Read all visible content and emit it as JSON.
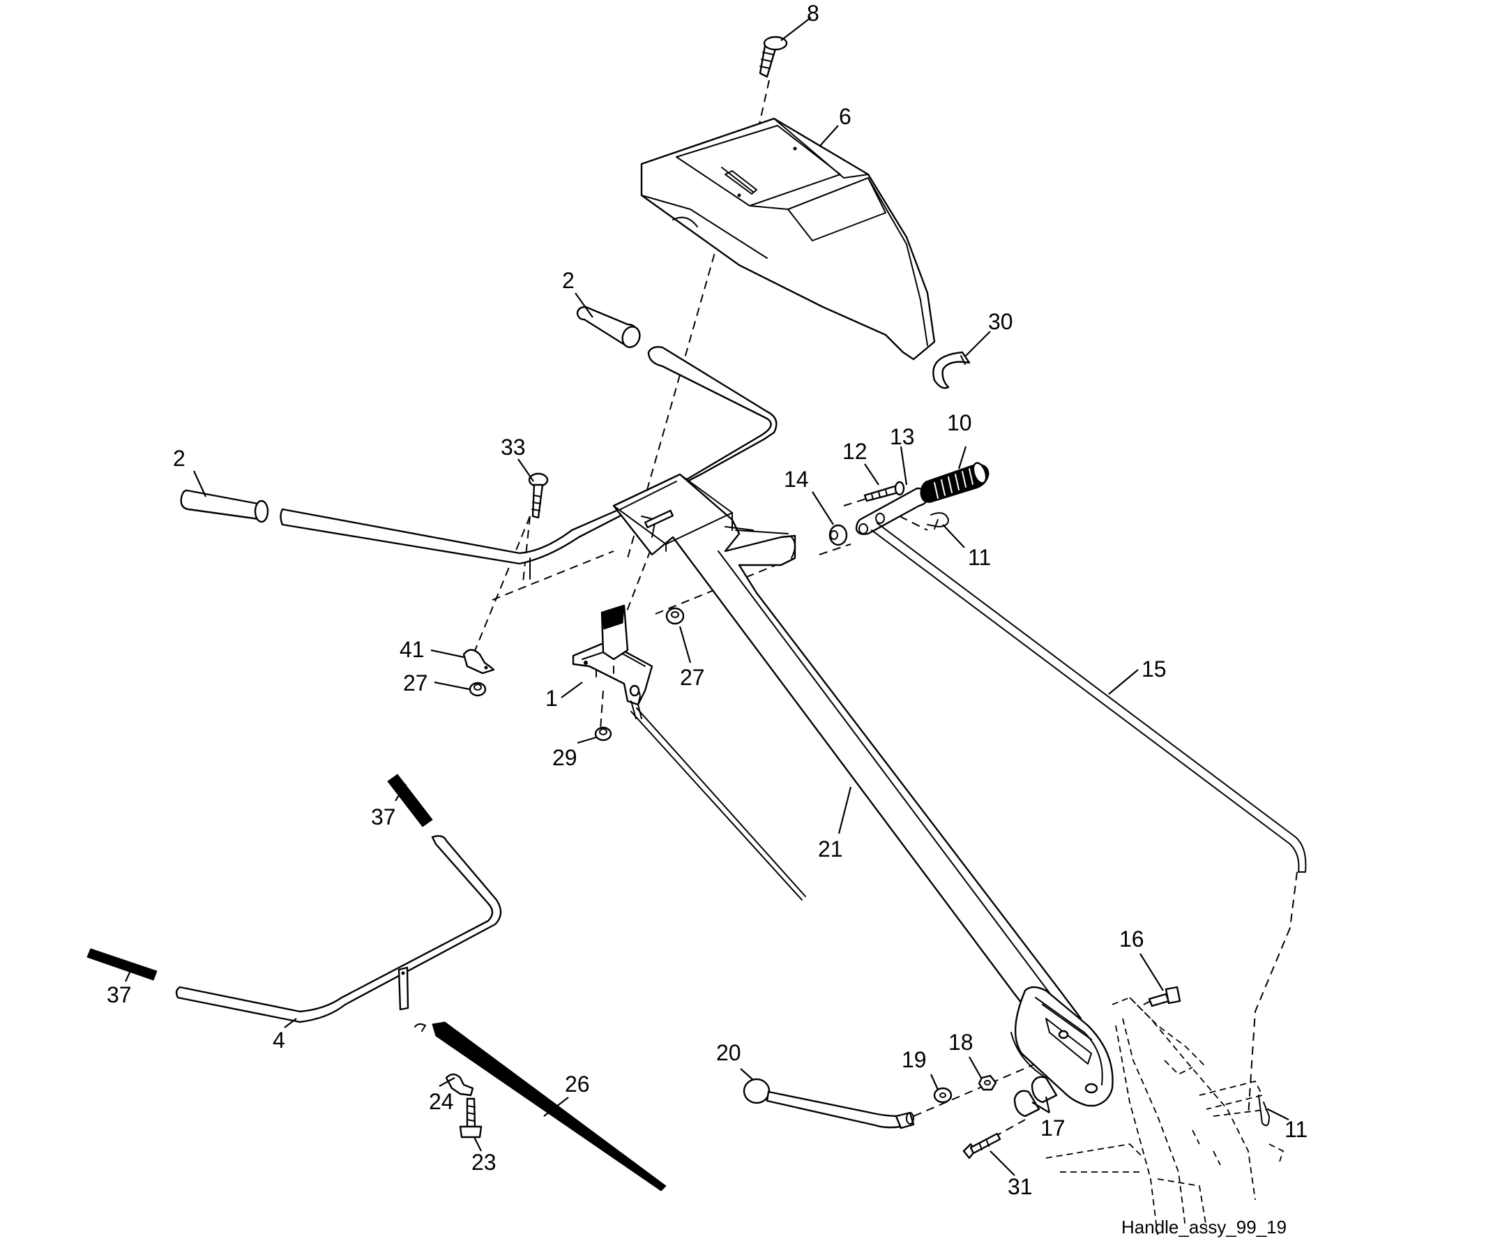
{
  "diagram": {
    "caption": "Handle_assy_99_19",
    "callouts": [
      {
        "id": "c8",
        "text": "8"
      },
      {
        "id": "c6",
        "text": "6"
      },
      {
        "id": "c2a",
        "text": "2"
      },
      {
        "id": "c30",
        "text": "30"
      },
      {
        "id": "c2b",
        "text": "2"
      },
      {
        "id": "c33",
        "text": "33"
      },
      {
        "id": "c12",
        "text": "12"
      },
      {
        "id": "c13",
        "text": "13"
      },
      {
        "id": "c10",
        "text": "10"
      },
      {
        "id": "c14",
        "text": "14"
      },
      {
        "id": "c11a",
        "text": "11"
      },
      {
        "id": "c41",
        "text": "41"
      },
      {
        "id": "c27a",
        "text": "27"
      },
      {
        "id": "c1",
        "text": "1"
      },
      {
        "id": "c27b",
        "text": "27"
      },
      {
        "id": "c15",
        "text": "15"
      },
      {
        "id": "c29",
        "text": "29"
      },
      {
        "id": "c37a",
        "text": "37"
      },
      {
        "id": "c21",
        "text": "21"
      },
      {
        "id": "c37b",
        "text": "37"
      },
      {
        "id": "c16",
        "text": "16"
      },
      {
        "id": "c4",
        "text": "4"
      },
      {
        "id": "c20",
        "text": "20"
      },
      {
        "id": "c18",
        "text": "18"
      },
      {
        "id": "c19",
        "text": "19"
      },
      {
        "id": "c26",
        "text": "26"
      },
      {
        "id": "c24",
        "text": "24"
      },
      {
        "id": "c17",
        "text": "17"
      },
      {
        "id": "c11b",
        "text": "11"
      },
      {
        "id": "c23",
        "text": "23"
      },
      {
        "id": "c31",
        "text": "31"
      }
    ]
  }
}
